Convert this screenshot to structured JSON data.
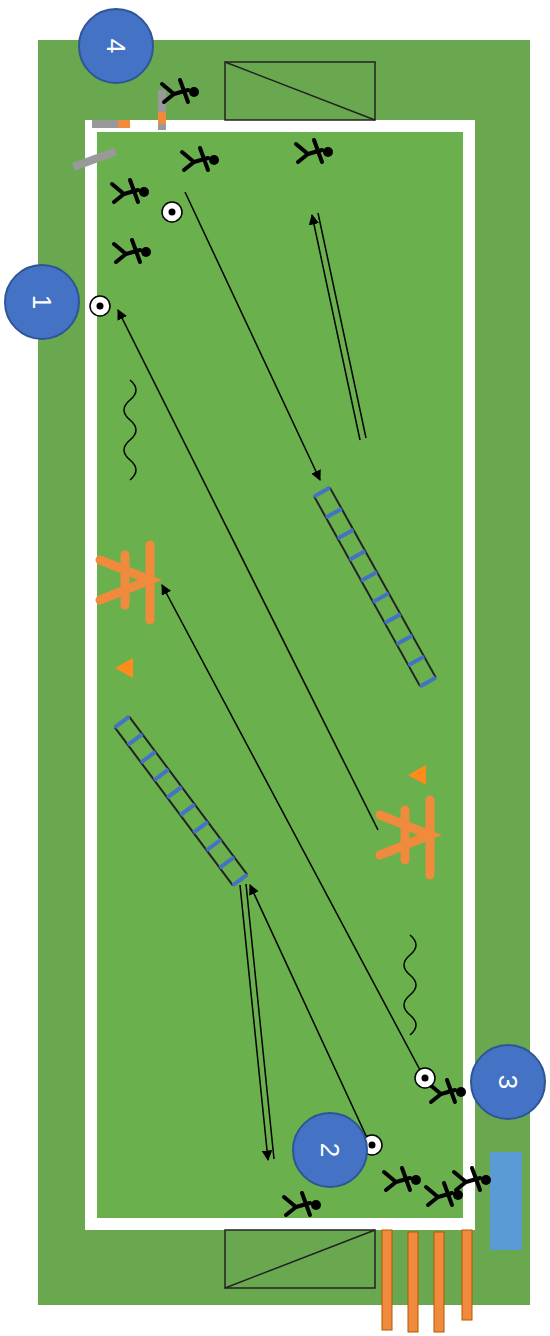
{
  "diagram": {
    "nodes": [
      {
        "text": [
          "4"
        ]
      },
      {
        "text": [
          "1"
        ]
      },
      {
        "text": [
          "3"
        ]
      },
      {
        "text": [
          "2"
        ]
      }
    ]
  }
}
